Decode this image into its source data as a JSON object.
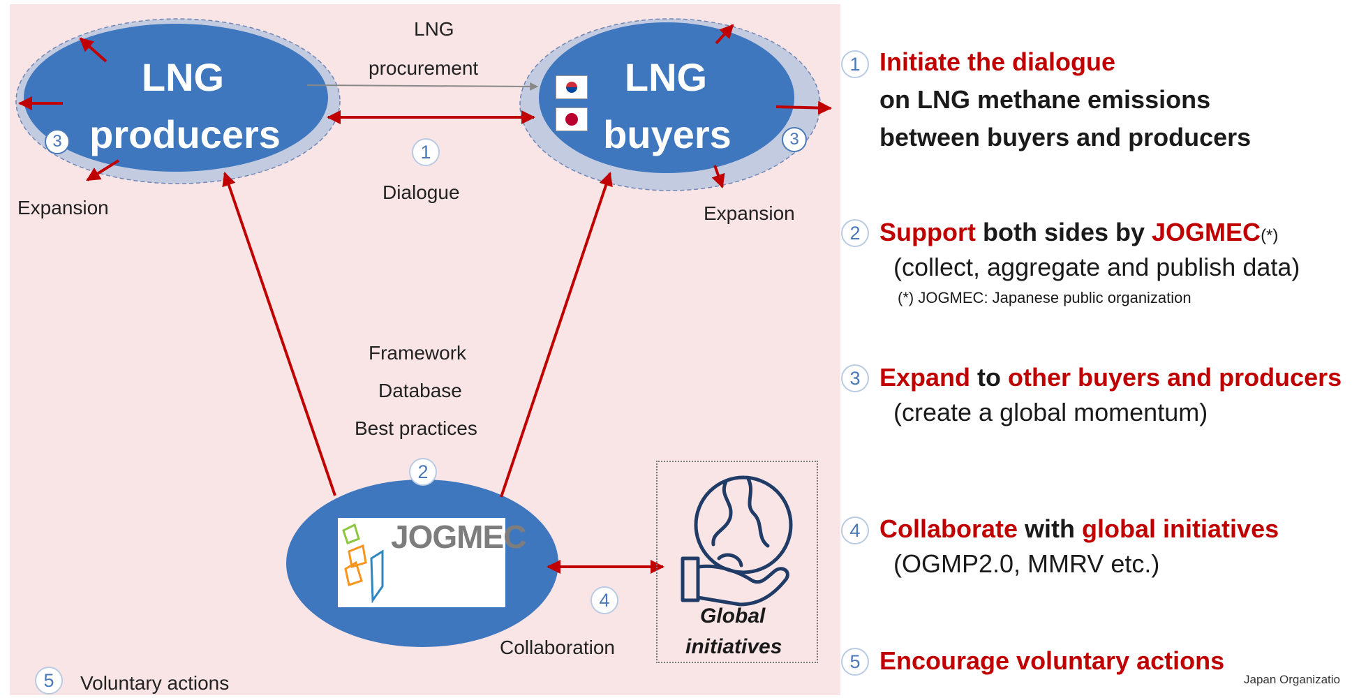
{
  "diagram": {
    "producers": {
      "line1": "LNG",
      "line2": "producers"
    },
    "buyers": {
      "line1": "LNG",
      "line2": "buyers"
    },
    "procurement_label": {
      "line1": "LNG",
      "line2": "procurement"
    },
    "dialogue_label": "Dialogue",
    "expansion_left": "Expansion",
    "expansion_right": "Expansion",
    "framework_items": [
      "Framework",
      "Database",
      "Best practices"
    ],
    "jogmec_logo_text": "JOGMEC",
    "collaboration_label": "Collaboration",
    "global_initiatives": {
      "line1": "Global",
      "line2": "initiatives"
    },
    "voluntary_label": "Voluntary actions",
    "badges": {
      "one": "1",
      "two": "2",
      "three": "3",
      "four": "4",
      "five": "5"
    }
  },
  "list": {
    "item1": {
      "num": "1",
      "head_red": "Initiate the dialogue",
      "line2": "on LNG methane emissions",
      "line3": "between buyers and producers"
    },
    "item2": {
      "num": "2",
      "head_red1": "Support",
      "head_mid": " both sides by ",
      "head_red2": "JOGMEC",
      "head_note": "(*)",
      "line2": "(collect, aggregate and publish data)",
      "note": "(*) JOGMEC: Japanese public organization"
    },
    "item3": {
      "num": "3",
      "head_red1": "Expand",
      "head_mid": " to ",
      "head_red2": "other buyers and producers",
      "line2": "(create a global momentum)"
    },
    "item4": {
      "num": "4",
      "head_red1": "Collaborate",
      "head_mid": " with ",
      "head_red2": "global initiatives",
      "line2": "(OGMP2.0, MMRV etc.)"
    },
    "item5": {
      "num": "5",
      "head_red": "Encourage voluntary actions"
    }
  },
  "footer": {
    "org_text": "Japan Organizatio"
  },
  "colors": {
    "accent_red": "#c00000",
    "ellipse_blue": "#3f77bf",
    "halo": "#c3cbe0",
    "panel_bg": "#f9e5e5"
  }
}
